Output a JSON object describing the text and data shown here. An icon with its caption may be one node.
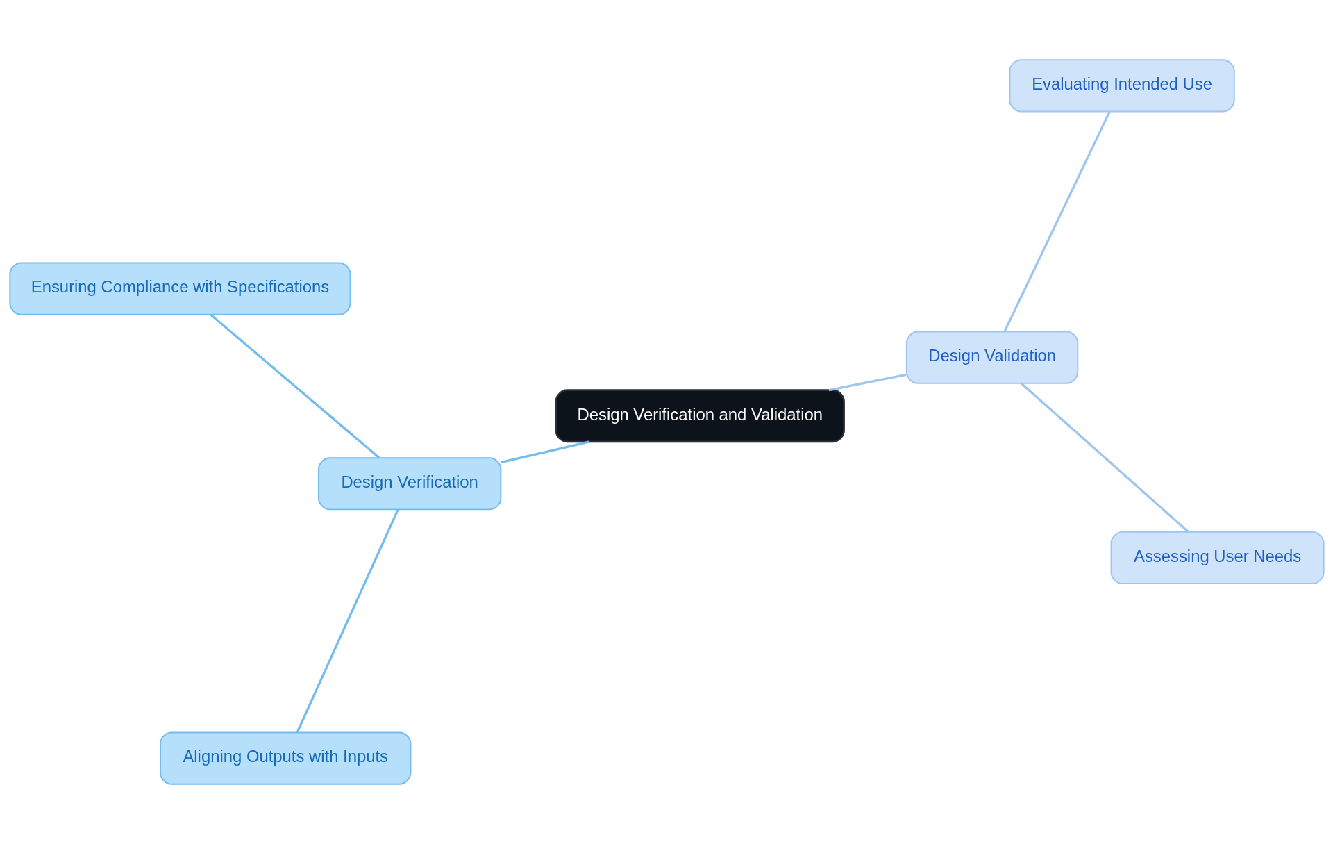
{
  "diagram": {
    "nodes": [
      {
        "text": [
          "Design Verification and Validation"
        ]
      },
      {
        "text": [
          "Design Validation"
        ]
      },
      {
        "text": [
          "Assessing User Needs"
        ]
      },
      {
        "text": [
          "Evaluating Intended Use"
        ]
      },
      {
        "text": [
          "Design Verification"
        ]
      },
      {
        "text": [
          "Ensuring Compliance with Specifications"
        ]
      },
      {
        "text": [
          "Aligning Outputs with Inputs"
        ]
      }
    ],
    "edges": [
      {
        "from": 0,
        "to": 1,
        "arrow": "none",
        "color": "#9ec5ef"
      },
      {
        "from": 1,
        "to": 2,
        "arrow": "none",
        "color": "#9ec5ef"
      },
      {
        "from": 1,
        "to": 3,
        "arrow": "none",
        "color": "#9ec5ef"
      },
      {
        "from": 0,
        "to": 4,
        "arrow": "none",
        "color": "#74bbee"
      },
      {
        "from": 4,
        "to": 5,
        "arrow": "none",
        "color": "#74bbee"
      },
      {
        "from": 4,
        "to": 6,
        "arrow": "none",
        "color": "#74bbee"
      }
    ]
  }
}
